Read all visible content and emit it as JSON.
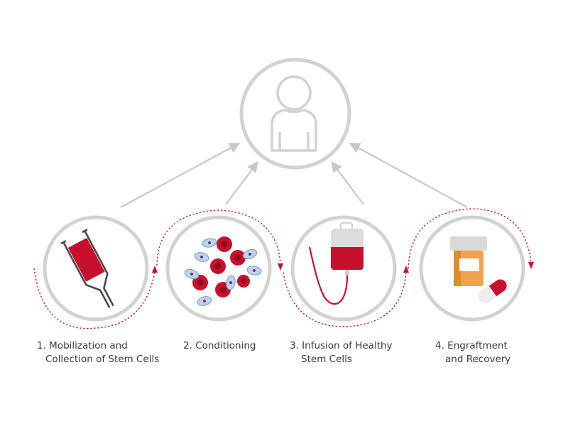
{
  "colors": {
    "ring": "#d2d2d2",
    "arrow": "#c8c8c8",
    "accent_red": "#c8102e",
    "dark_red": "#8c0d1d",
    "cell_blue": "#b9d5ea",
    "pill_orange": "#f2a14a",
    "cap_gray": "#d9d9d9",
    "text": "#3a3a3a"
  },
  "patient": {
    "icon": "person-icon"
  },
  "steps": [
    {
      "line1": "1. Mobilization and",
      "line2": "Collection of Stem Cells",
      "icon": "blood-collection-tube-icon"
    },
    {
      "line1": "2. Conditioning",
      "line2": "",
      "icon": "blood-cells-icon"
    },
    {
      "line1": "3. Infusion of Healthy",
      "line2": "Stem Cells",
      "icon": "iv-bag-icon"
    },
    {
      "line1": "4. Engraftment",
      "line2": "and Recovery",
      "icon": "medication-icon"
    }
  ]
}
